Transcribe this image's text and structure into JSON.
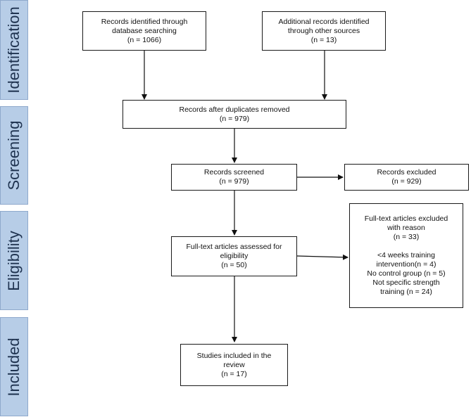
{
  "stages": {
    "identification": "Identification",
    "screening": "Screening",
    "eligibility": "Eligibility",
    "included": "Included"
  },
  "boxes": {
    "db_search": {
      "line1": "Records identified through",
      "line2": "database searching",
      "line3": "(n = 1066)"
    },
    "other_sources": {
      "line1": "Additional records identified",
      "line2": "through other sources",
      "line3": "(n = 13)"
    },
    "duplicates_removed": {
      "line1": "Records after duplicates removed",
      "line2": "(n = 979)"
    },
    "screened": {
      "line1": "Records screened",
      "line2": "(n = 979)"
    },
    "excluded": {
      "line1": "Records excluded",
      "line2": "(n = 929)"
    },
    "fulltext_assessed": {
      "line1": "Full-text articles assessed for",
      "line2": "eligibility",
      "line3": "(n = 50)"
    },
    "fulltext_excluded": {
      "line1": "Full-text articles excluded",
      "line2": "with reason",
      "line3": "(n = 33)",
      "reason1a": "<4 weeks training",
      "reason1b": "intervention(n = 4)",
      "reason2": "No control group (n = 5)",
      "reason3a": "Not specific strength",
      "reason3b": "training (n = 24)"
    },
    "included_studies": {
      "line1": "Studies included in the",
      "line2": "review",
      "line3": "(n = 17)"
    }
  }
}
